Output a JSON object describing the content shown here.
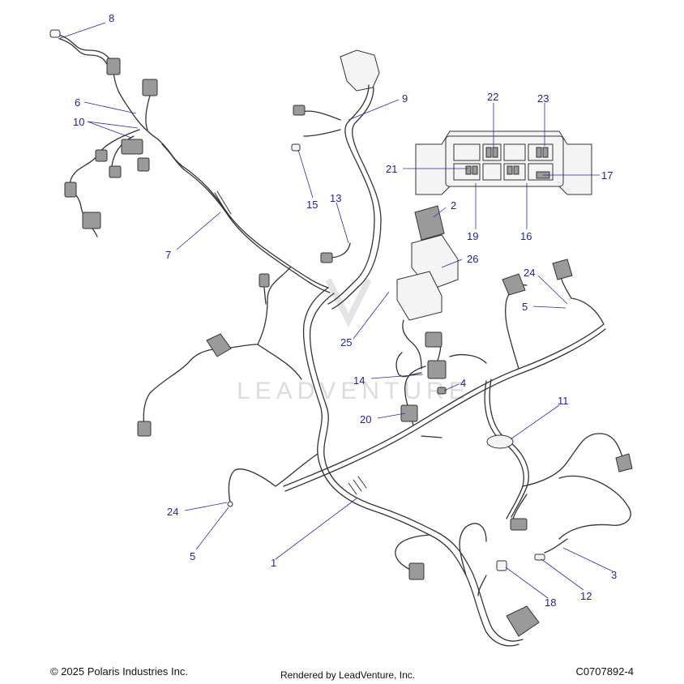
{
  "watermark": "LEADVENTURE",
  "callouts": [
    {
      "id": "c8",
      "label": "8"
    },
    {
      "id": "c6",
      "label": "6"
    },
    {
      "id": "c10",
      "label": "10"
    },
    {
      "id": "c7",
      "label": "7"
    },
    {
      "id": "c9",
      "label": "9"
    },
    {
      "id": "c15",
      "label": "15"
    },
    {
      "id": "c13",
      "label": "13"
    },
    {
      "id": "c22",
      "label": "22"
    },
    {
      "id": "c23",
      "label": "23"
    },
    {
      "id": "c21",
      "label": "21"
    },
    {
      "id": "c17",
      "label": "17"
    },
    {
      "id": "c2",
      "label": "2"
    },
    {
      "id": "c19",
      "label": "19"
    },
    {
      "id": "c16",
      "label": "16"
    },
    {
      "id": "c26",
      "label": "26"
    },
    {
      "id": "c24a",
      "label": "24"
    },
    {
      "id": "c5a",
      "label": "5"
    },
    {
      "id": "c25",
      "label": "25"
    },
    {
      "id": "c14",
      "label": "14"
    },
    {
      "id": "c4",
      "label": "4"
    },
    {
      "id": "c11",
      "label": "11"
    },
    {
      "id": "c20",
      "label": "20"
    },
    {
      "id": "c24b",
      "label": "24"
    },
    {
      "id": "c5b",
      "label": "5"
    },
    {
      "id": "c1",
      "label": "1"
    },
    {
      "id": "c3",
      "label": "3"
    },
    {
      "id": "c12",
      "label": "12"
    },
    {
      "id": "c18",
      "label": "18"
    }
  ],
  "footer": {
    "copyright": "© 2025 Polaris Industries Inc.",
    "rendered_by": "Rendered by LeadVenture, Inc.",
    "part_code": "C0707892-4"
  }
}
